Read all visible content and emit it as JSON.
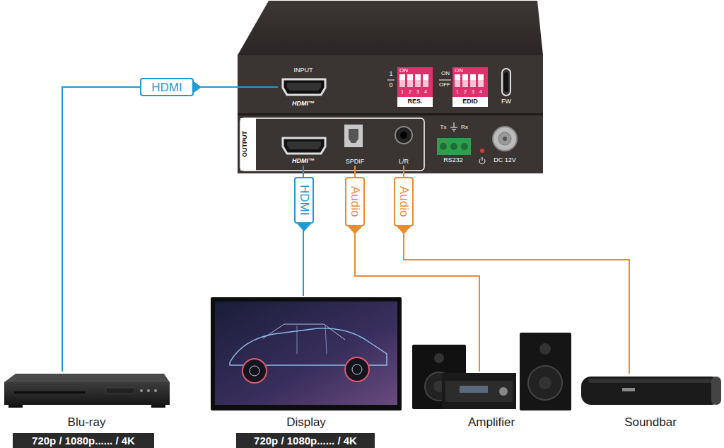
{
  "diagram": {
    "nodes": [
      {
        "text": [
          "INPUT",
          "HDMI™"
        ]
      },
      {
        "text": [
          "OUTPUT"
        ]
      },
      {
        "text": [
          "HDMI™"
        ],
        "in": 1
      },
      {
        "text": [
          "SPDIF"
        ],
        "in": 1
      },
      {
        "text": [
          "L/R"
        ],
        "in": 1
      },
      {
        "text": [
          "Blu-ray",
          "720p / 1080p...... / 4K"
        ]
      },
      {
        "text": [
          "Display",
          "720p / 1080p...... / 4K"
        ]
      },
      {
        "text": [
          "Amplifier"
        ]
      },
      {
        "text": [
          "Soundbar"
        ]
      }
    ],
    "edges": [
      {
        "from": 5,
        "to": 0,
        "arrow": "to",
        "label": "HDMI"
      },
      {
        "from": 2,
        "to": 6,
        "arrow": "to",
        "label": "HDMI"
      },
      {
        "from": 3,
        "to": 7,
        "arrow": "to",
        "label": "Audio"
      },
      {
        "from": 4,
        "to": 8,
        "arrow": "to",
        "label": "Audio"
      }
    ],
    "labels": [
      "1",
      "0",
      "ON",
      "1",
      "2",
      "3",
      "4",
      "RES.",
      "ON",
      "OFF",
      "ON",
      "1",
      "2",
      "3",
      "4",
      "EDID",
      "FW",
      "Tx",
      "Rx",
      "RS232",
      "DC 12V"
    ]
  }
}
